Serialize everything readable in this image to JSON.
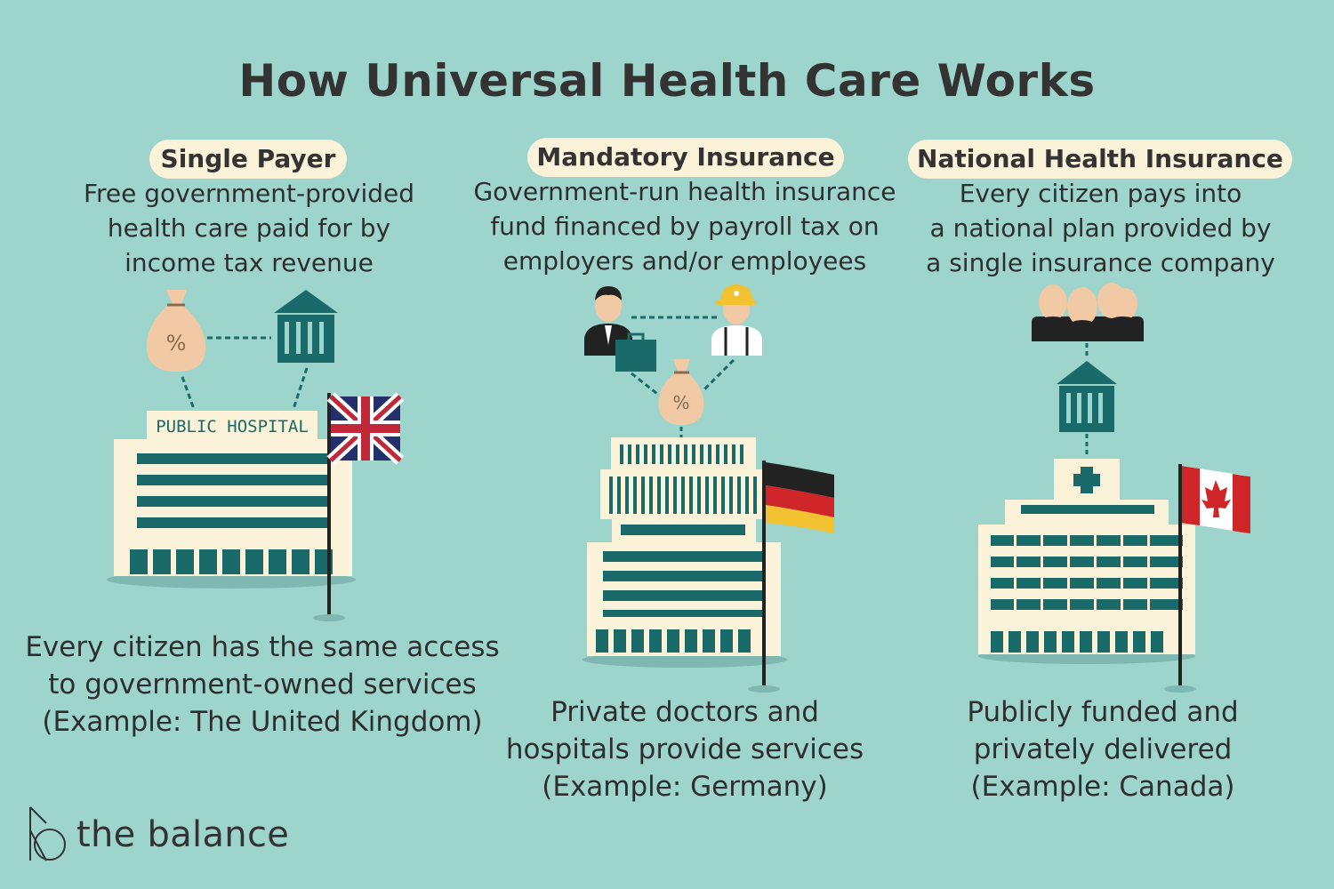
{
  "title": "How Universal Health Care Works",
  "columns": [
    {
      "heading": "Single Payer",
      "description": [
        "Free government-provided",
        "health care paid for by",
        "income tax revenue"
      ],
      "building_sign": "PUBLIC HOSPITAL",
      "outcome": [
        "Every citizen has the same access",
        "to government-owned services",
        "(Example: The United Kingdom)"
      ]
    },
    {
      "heading": "Mandatory Insurance",
      "description": [
        "Government-run health insurance",
        "fund financed by payroll tax on",
        "employers and/or employees"
      ],
      "outcome": [
        "Private doctors and",
        "hospitals provide services",
        "(Example: Germany)"
      ]
    },
    {
      "heading": "National Health Insurance",
      "description": [
        "Every citizen pays into",
        "a national plan provided by",
        "a single insurance company"
      ],
      "outcome": [
        "Publicly funded and",
        "privately delivered",
        "(Example: Canada)"
      ]
    }
  ],
  "brand": "the balance",
  "colors": {
    "background": "#9dd5cd",
    "pill": "#fbf3d9",
    "teal": "#1a6a6a",
    "building": "#fbf3d9",
    "money_bag": "#f2c9a5"
  },
  "icons": [
    "money-bag-icon",
    "government-building-icon",
    "businessman-icon",
    "worker-icon",
    "people-group-icon",
    "medical-cross-icon",
    "uk-flag-icon",
    "germany-flag-icon",
    "canada-flag-icon",
    "brand-logo-icon"
  ]
}
